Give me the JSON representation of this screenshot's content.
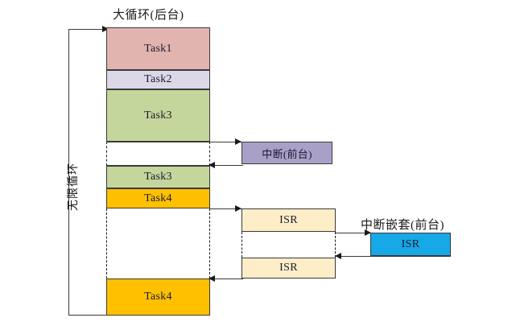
{
  "diagram": {
    "title_main": "大循环(后台)",
    "title_nested": "中断嵌套(前台)",
    "loop_label": "无限循环",
    "blocks": [
      {
        "id": "task1",
        "label": "Task1",
        "color": "#e2b4b0"
      },
      {
        "id": "task2",
        "label": "Task2",
        "color": "#ddd8e8"
      },
      {
        "id": "task3a",
        "label": "Task3",
        "color": "#c4d69b"
      },
      {
        "id": "task3b",
        "label": "Task3",
        "color": "#c4d69b"
      },
      {
        "id": "task4a",
        "label": "Task4",
        "color": "#ffc000"
      },
      {
        "id": "task4b",
        "label": "Task4",
        "color": "#ffc000"
      }
    ],
    "interrupt": {
      "label": "中断(前台)",
      "color": "#a9a0c8"
    },
    "isr_blocks": [
      {
        "id": "isr1",
        "label": "ISR",
        "color": "#fdeec8"
      },
      {
        "id": "isr2",
        "label": "ISR",
        "color": "#fdeec8"
      }
    ],
    "nested_isr": {
      "label": "ISR",
      "color": "#17a8e8"
    },
    "colors": {
      "task1": "#e2b4b0",
      "task2": "#ddd8e8",
      "task3": "#c4d69b",
      "task4": "#ffc000",
      "interrupt": "#a9a0c8",
      "isr": "#fdeec8",
      "nested_isr": "#17a8e8",
      "stroke": "#3a3a3a"
    }
  }
}
